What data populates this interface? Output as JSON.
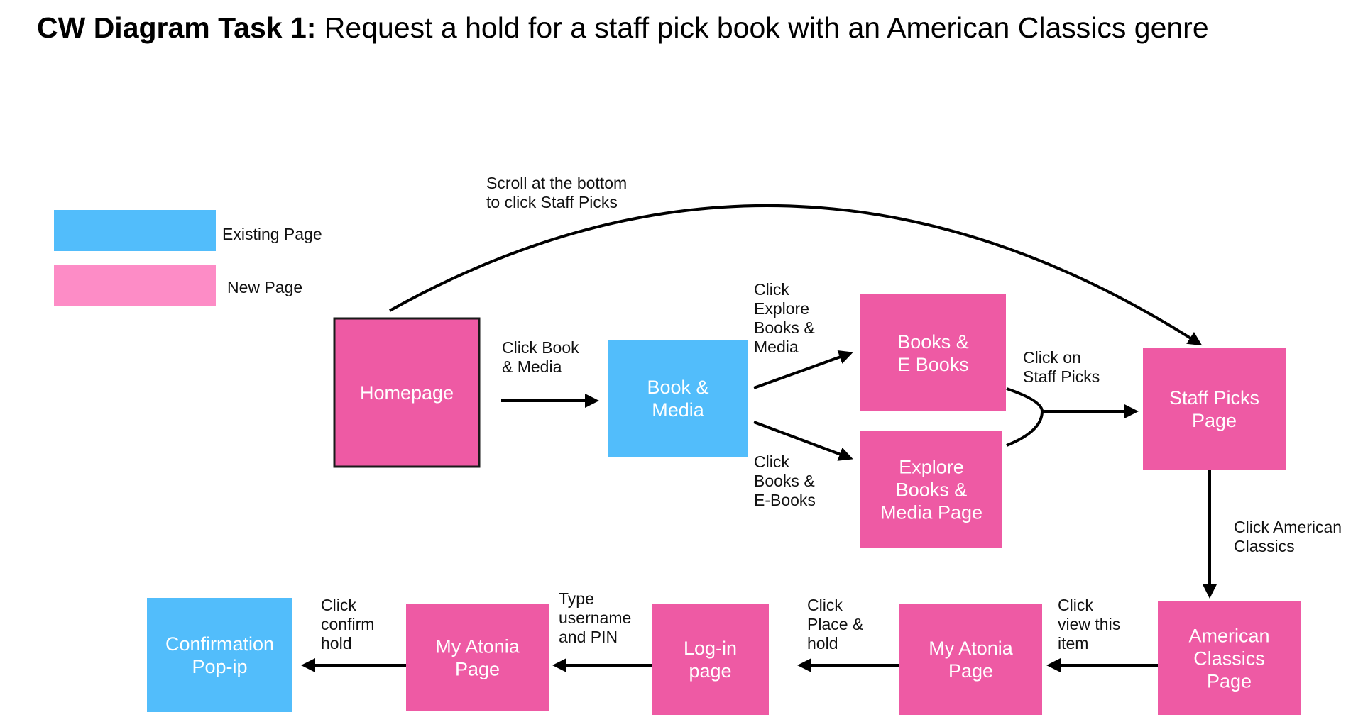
{
  "title": {
    "bold": "CW Diagram Task 1:",
    "rest": " Request a hold for a staff pick book with an American Classics genre"
  },
  "colors": {
    "existing": "#52BDFB",
    "new": "#EE5AA4",
    "legend_new": "#FD8CC6"
  },
  "legend": [
    {
      "label": "Existing Page",
      "kind": "existing"
    },
    {
      "label": "New Page",
      "kind": "new"
    }
  ],
  "nodes": [
    {
      "id": "homepage",
      "kind": "new",
      "lines": [
        "Homepage"
      ]
    },
    {
      "id": "book-media",
      "kind": "existing",
      "lines": [
        "Book &",
        "Media"
      ]
    },
    {
      "id": "books-ebooks",
      "kind": "new",
      "lines": [
        "Books &",
        "E Books"
      ]
    },
    {
      "id": "explore-books-media",
      "kind": "new",
      "lines": [
        "Explore",
        "Books &",
        "Media Page"
      ]
    },
    {
      "id": "staff-picks",
      "kind": "new",
      "lines": [
        "Staff Picks",
        "Page"
      ]
    },
    {
      "id": "american-classics",
      "kind": "new",
      "lines": [
        "American",
        "Classics",
        "Page"
      ]
    },
    {
      "id": "my-atonia-1",
      "kind": "new",
      "lines": [
        "My Atonia",
        "Page"
      ]
    },
    {
      "id": "login",
      "kind": "new",
      "lines": [
        "Log-in",
        "page"
      ]
    },
    {
      "id": "my-atonia-2",
      "kind": "new",
      "lines": [
        "My Atonia",
        "Page"
      ]
    },
    {
      "id": "confirmation",
      "kind": "existing",
      "lines": [
        "Confirmation",
        "Pop-ip"
      ]
    }
  ],
  "edges": [
    {
      "id": "scroll-staff-picks",
      "lines": [
        "Scroll at the bottom",
        "to click Staff Picks"
      ]
    },
    {
      "id": "click-book-media",
      "lines": [
        "Click Book",
        "& Media"
      ]
    },
    {
      "id": "click-explore",
      "lines": [
        "Click",
        "Explore",
        "Books &",
        "Media"
      ]
    },
    {
      "id": "click-books-ebooks",
      "lines": [
        "Click",
        "Books &",
        "E-Books"
      ]
    },
    {
      "id": "click-staff-picks",
      "lines": [
        "Click on",
        "Staff Picks"
      ]
    },
    {
      "id": "click-american-classics",
      "lines": [
        "Click American",
        "Classics"
      ]
    },
    {
      "id": "click-view-item",
      "lines": [
        "Click",
        "view this",
        "item"
      ]
    },
    {
      "id": "click-place-hold",
      "lines": [
        "Click",
        "Place &",
        "hold"
      ]
    },
    {
      "id": "type-username",
      "lines": [
        "Type",
        "username",
        "and PIN"
      ]
    },
    {
      "id": "click-confirm",
      "lines": [
        "Click",
        "confirm",
        "hold"
      ]
    }
  ]
}
